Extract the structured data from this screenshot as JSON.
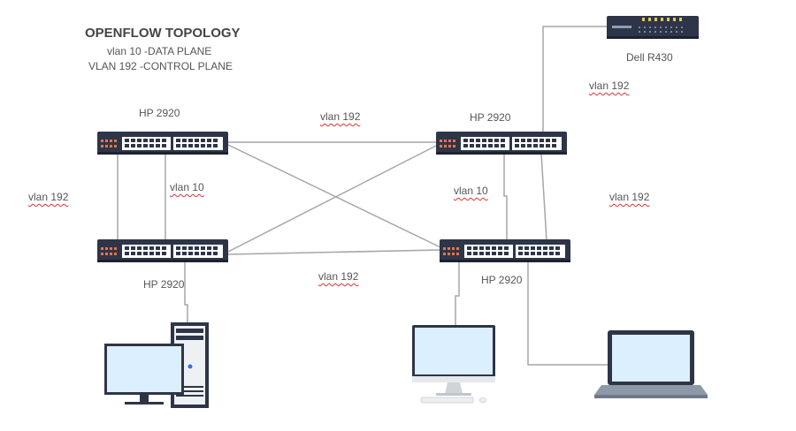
{
  "title": "OPENFLOW TOPOLOGY",
  "legend": {
    "line1": "vlan 10 -DATA PLANE",
    "line2": "VLAN 192 -CONTROL PLANE"
  },
  "switches": [
    {
      "label": "HP 2920"
    },
    {
      "label": "HP 2920"
    },
    {
      "label": "HP 2920"
    },
    {
      "label": "HP 2920"
    }
  ],
  "server": {
    "label": "Dell R430"
  },
  "links": {
    "top": "vlan 192",
    "bottom": "vlan 192",
    "left_outer": "vlan 192",
    "left_inner": "vlan 10",
    "right_inner": "vlan 10",
    "right_outer": "vlan 192",
    "server_uplink": "vlan 192"
  },
  "colors": {
    "switch_body": "#2e3548",
    "port": "#ffffff",
    "port_block_red": "#e8734a",
    "screen": "#dcefff",
    "line": "#a6a6a6"
  },
  "icons": {
    "desktop": "desktop-tower-icon",
    "monitor": "imac-monitor-icon",
    "laptop": "laptop-icon",
    "server": "rack-server-icon"
  }
}
